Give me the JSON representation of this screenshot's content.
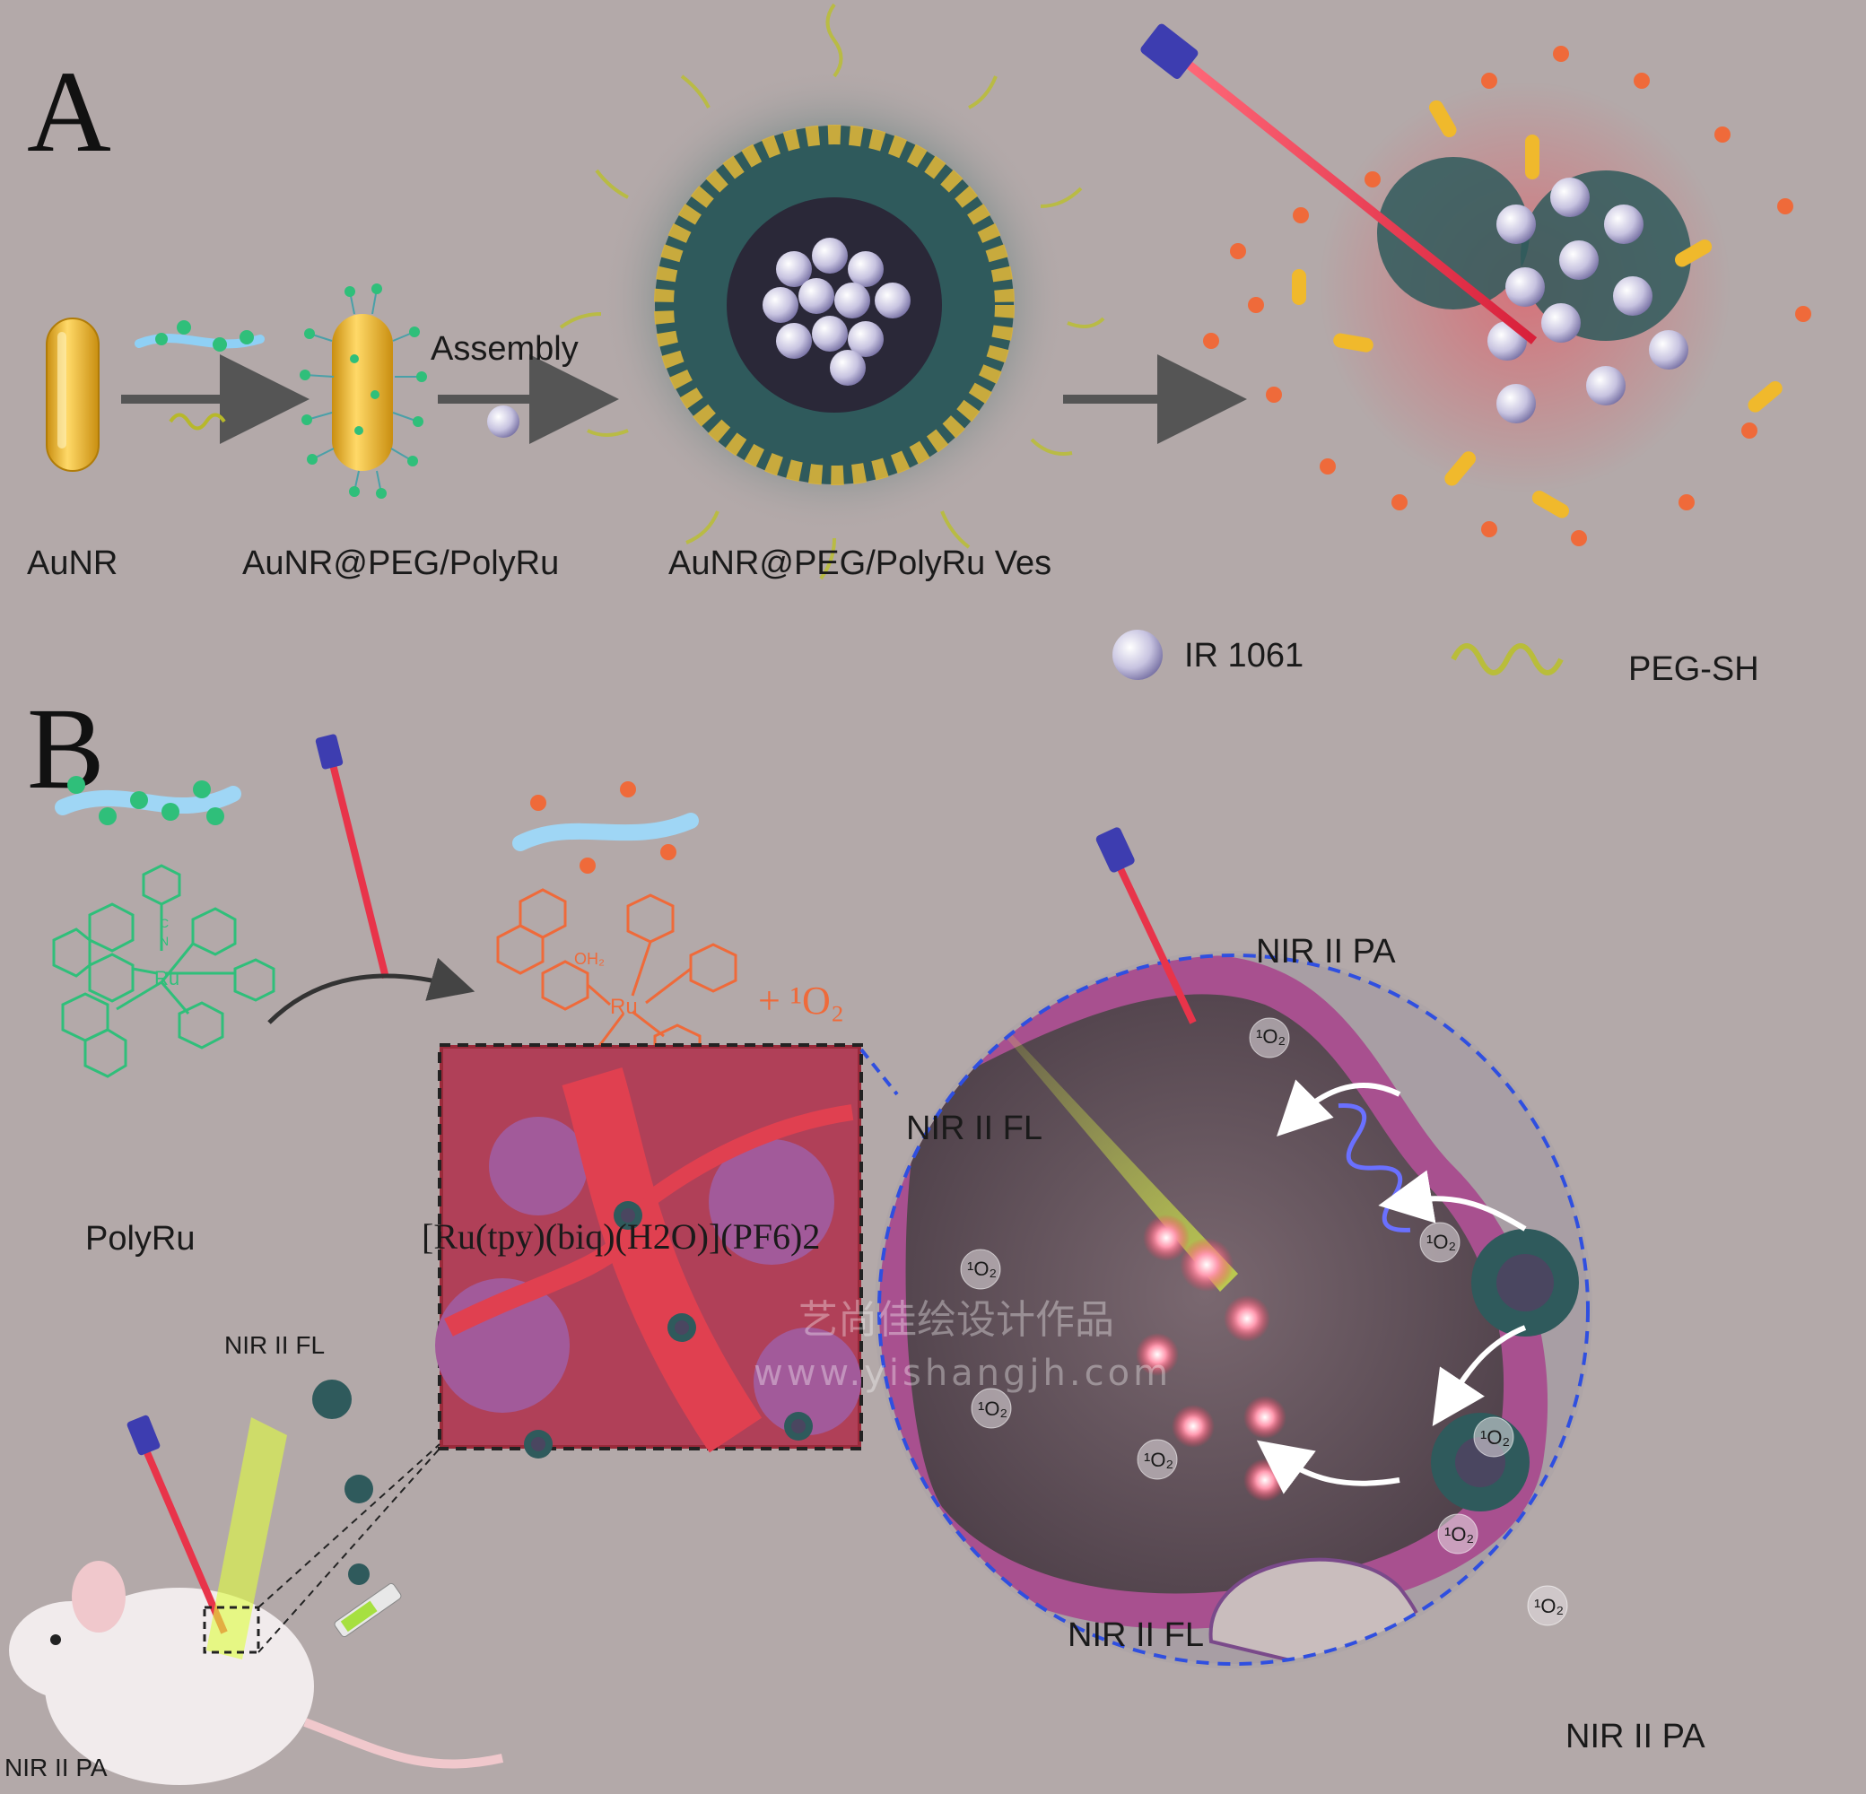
{
  "panel_a": {
    "letter": "A",
    "label_aunr": "AuNR",
    "label_aunr_peg": "AuNR@PEG/PolyRu",
    "label_assembly": "Assembly",
    "label_vesicle": "AuNR@PEG/PolyRu Ves"
  },
  "legend": {
    "ir_label": "IR 1061",
    "peg_label": "PEG-SH"
  },
  "panel_b": {
    "letter": "B",
    "polyru_label": "PolyRu",
    "product_formula": "[Ru(tpy)(biq)(H2O)](PF6)2",
    "singlet_oxygen": "+ ¹O₂",
    "nir_pa_top": "NIR II PA",
    "nir_fl_left": "NIR II FL",
    "nir_fl_bottom": "NIR II FL",
    "nir_pa_bottom": "NIR II PA",
    "mouse_nir_fl": "NIR II FL",
    "mouse_nir_pa": "NIR II PA",
    "o2_label": "¹O₂"
  },
  "watermark": {
    "line1": "艺尚佳绘设计作品",
    "line2": "www.yishangjh.com"
  },
  "colors": {
    "background": "#b3a9a9",
    "gold": "#f0b92c",
    "polyru_green": "#2fbf7a",
    "product_orange": "#ef6a3a",
    "laser_red": "#e8344a",
    "cell_purple": "#a8508f",
    "dashed_blue": "#2f4fe0"
  }
}
